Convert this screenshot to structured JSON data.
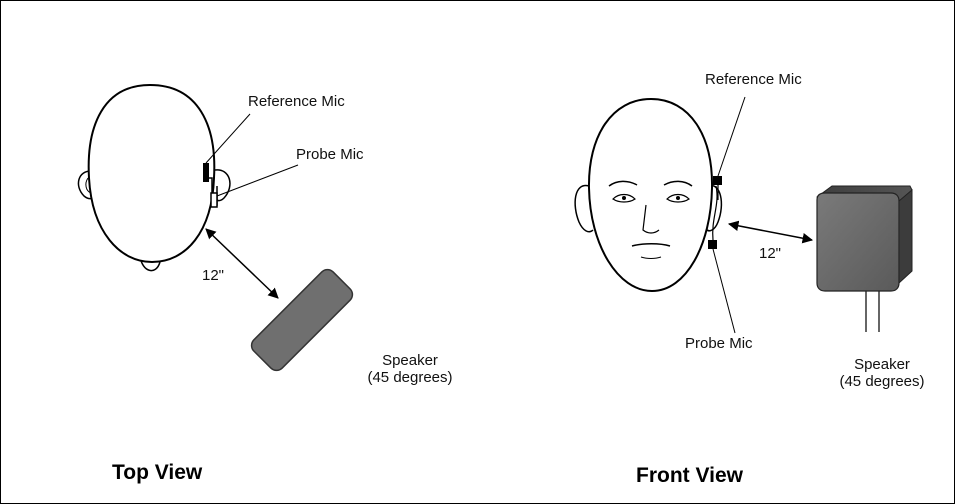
{
  "top_view": {
    "title": "Top View",
    "reference_mic_label": "Reference Mic",
    "probe_mic_label": "Probe Mic",
    "distance_label": "12\"",
    "speaker_label": [
      "Speaker",
      "(45 degrees)"
    ]
  },
  "front_view": {
    "title": "Front View",
    "reference_mic_label": "Reference Mic",
    "probe_mic_label": "Probe Mic",
    "distance_label": "12\"",
    "speaker_label": [
      "Speaker",
      "(45 degrees)"
    ]
  },
  "colors": {
    "speaker_fill": "#6b6b6b",
    "speaker_top": "#4a4a4a",
    "line": "#000000"
  }
}
